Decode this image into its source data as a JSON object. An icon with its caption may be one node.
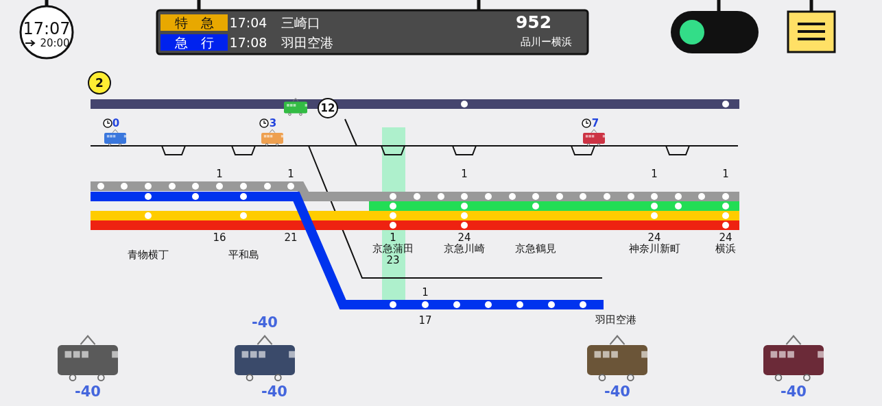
{
  "diagram": {
    "labels": [
      "17:07",
      "20:00",
      "特　急",
      "17:04",
      "三崎口",
      "952",
      "急　行",
      "17:08",
      "羽田空港",
      "品川ー横浜",
      "2",
      "12",
      "0",
      "3",
      "7",
      "1",
      "1",
      "1",
      "1",
      "1",
      "16",
      "21",
      "1",
      "24",
      "24",
      "24",
      "青物横丁",
      "平和島",
      "京急蒲田",
      "京急川崎",
      "京急鶴見",
      "神奈川新町",
      "横浜",
      "23",
      "1",
      "-40",
      "17",
      "羽田空港",
      "-40",
      "-40",
      "-40",
      "-40"
    ]
  }
}
